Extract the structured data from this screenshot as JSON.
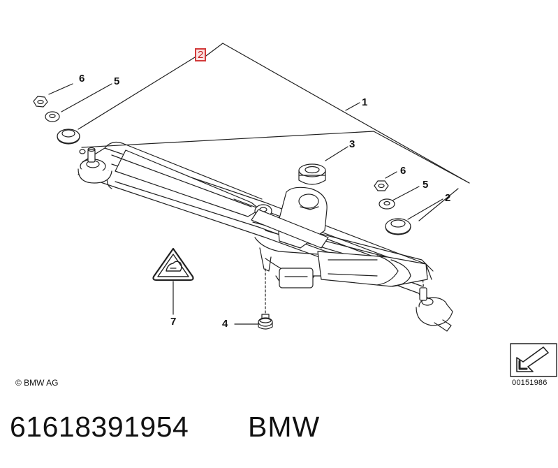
{
  "callouts": {
    "c2_boxed": "2",
    "c1": "1",
    "c3": "3",
    "c6_left": "6",
    "c5_left": "5",
    "c6_right": "6",
    "c5_right": "5",
    "c2_right": "2",
    "c7": "7",
    "c4": "4"
  },
  "footer": {
    "copyright": "© BMW AG",
    "diagram_ref": "00151986",
    "part_number": "61618391954",
    "brand": "BMW"
  },
  "colors": {
    "line": "#222222",
    "highlight_border": "#d23a3a",
    "highlight_fill": "#fbe3e3"
  }
}
